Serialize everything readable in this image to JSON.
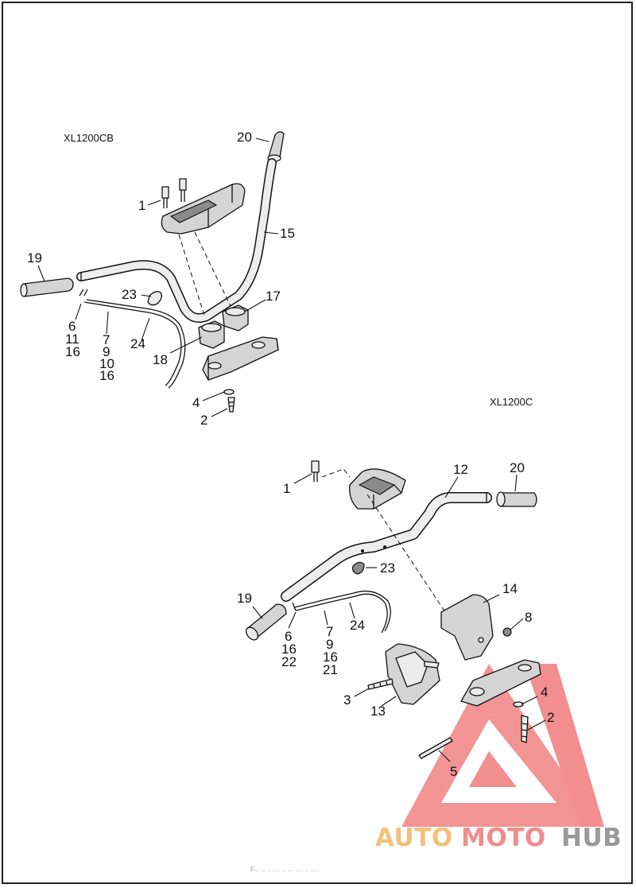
{
  "models": {
    "top": "XL1200CB",
    "bottom": "XL1200C"
  },
  "callouts": [
    {
      "id": "t20",
      "text": "20"
    },
    {
      "id": "t1",
      "text": "1"
    },
    {
      "id": "t15",
      "text": "15"
    },
    {
      "id": "t19",
      "text": "19"
    },
    {
      "id": "t23",
      "text": "23"
    },
    {
      "id": "t17",
      "text": "17"
    },
    {
      "id": "t6",
      "text": "6"
    },
    {
      "id": "t11",
      "text": "11"
    },
    {
      "id": "t16a",
      "text": "16"
    },
    {
      "id": "t7",
      "text": "7"
    },
    {
      "id": "t9",
      "text": "9"
    },
    {
      "id": "t10",
      "text": "10"
    },
    {
      "id": "t16b",
      "text": "16"
    },
    {
      "id": "t24",
      "text": "24"
    },
    {
      "id": "t18",
      "text": "18"
    },
    {
      "id": "t4",
      "text": "4"
    },
    {
      "id": "t2",
      "text": "2"
    },
    {
      "id": "b1",
      "text": "1"
    },
    {
      "id": "b12",
      "text": "12"
    },
    {
      "id": "b20",
      "text": "20"
    },
    {
      "id": "b23",
      "text": "23"
    },
    {
      "id": "b19",
      "text": "19"
    },
    {
      "id": "b14",
      "text": "14"
    },
    {
      "id": "b8",
      "text": "8"
    },
    {
      "id": "b6",
      "text": "6"
    },
    {
      "id": "b16a",
      "text": "16"
    },
    {
      "id": "b22",
      "text": "22"
    },
    {
      "id": "b7",
      "text": "7"
    },
    {
      "id": "b9",
      "text": "9"
    },
    {
      "id": "b16b",
      "text": "16"
    },
    {
      "id": "b21",
      "text": "21"
    },
    {
      "id": "b24",
      "text": "24"
    },
    {
      "id": "b3",
      "text": "3"
    },
    {
      "id": "b13",
      "text": "13"
    },
    {
      "id": "b4",
      "text": "4"
    },
    {
      "id": "b2",
      "text": "2"
    },
    {
      "id": "b5",
      "text": "5"
    }
  ],
  "watermark": {
    "auto": "AUTO",
    "moto": "MOTO",
    "hub": "HUB",
    "colors": {
      "logo": "#f08c8c",
      "auto": "#f5c07a",
      "moto": "#f08c8c",
      "hub": "#9a9a9a"
    }
  },
  "footer_text": "F... ... .. .... ..   .... .... .. ....."
}
